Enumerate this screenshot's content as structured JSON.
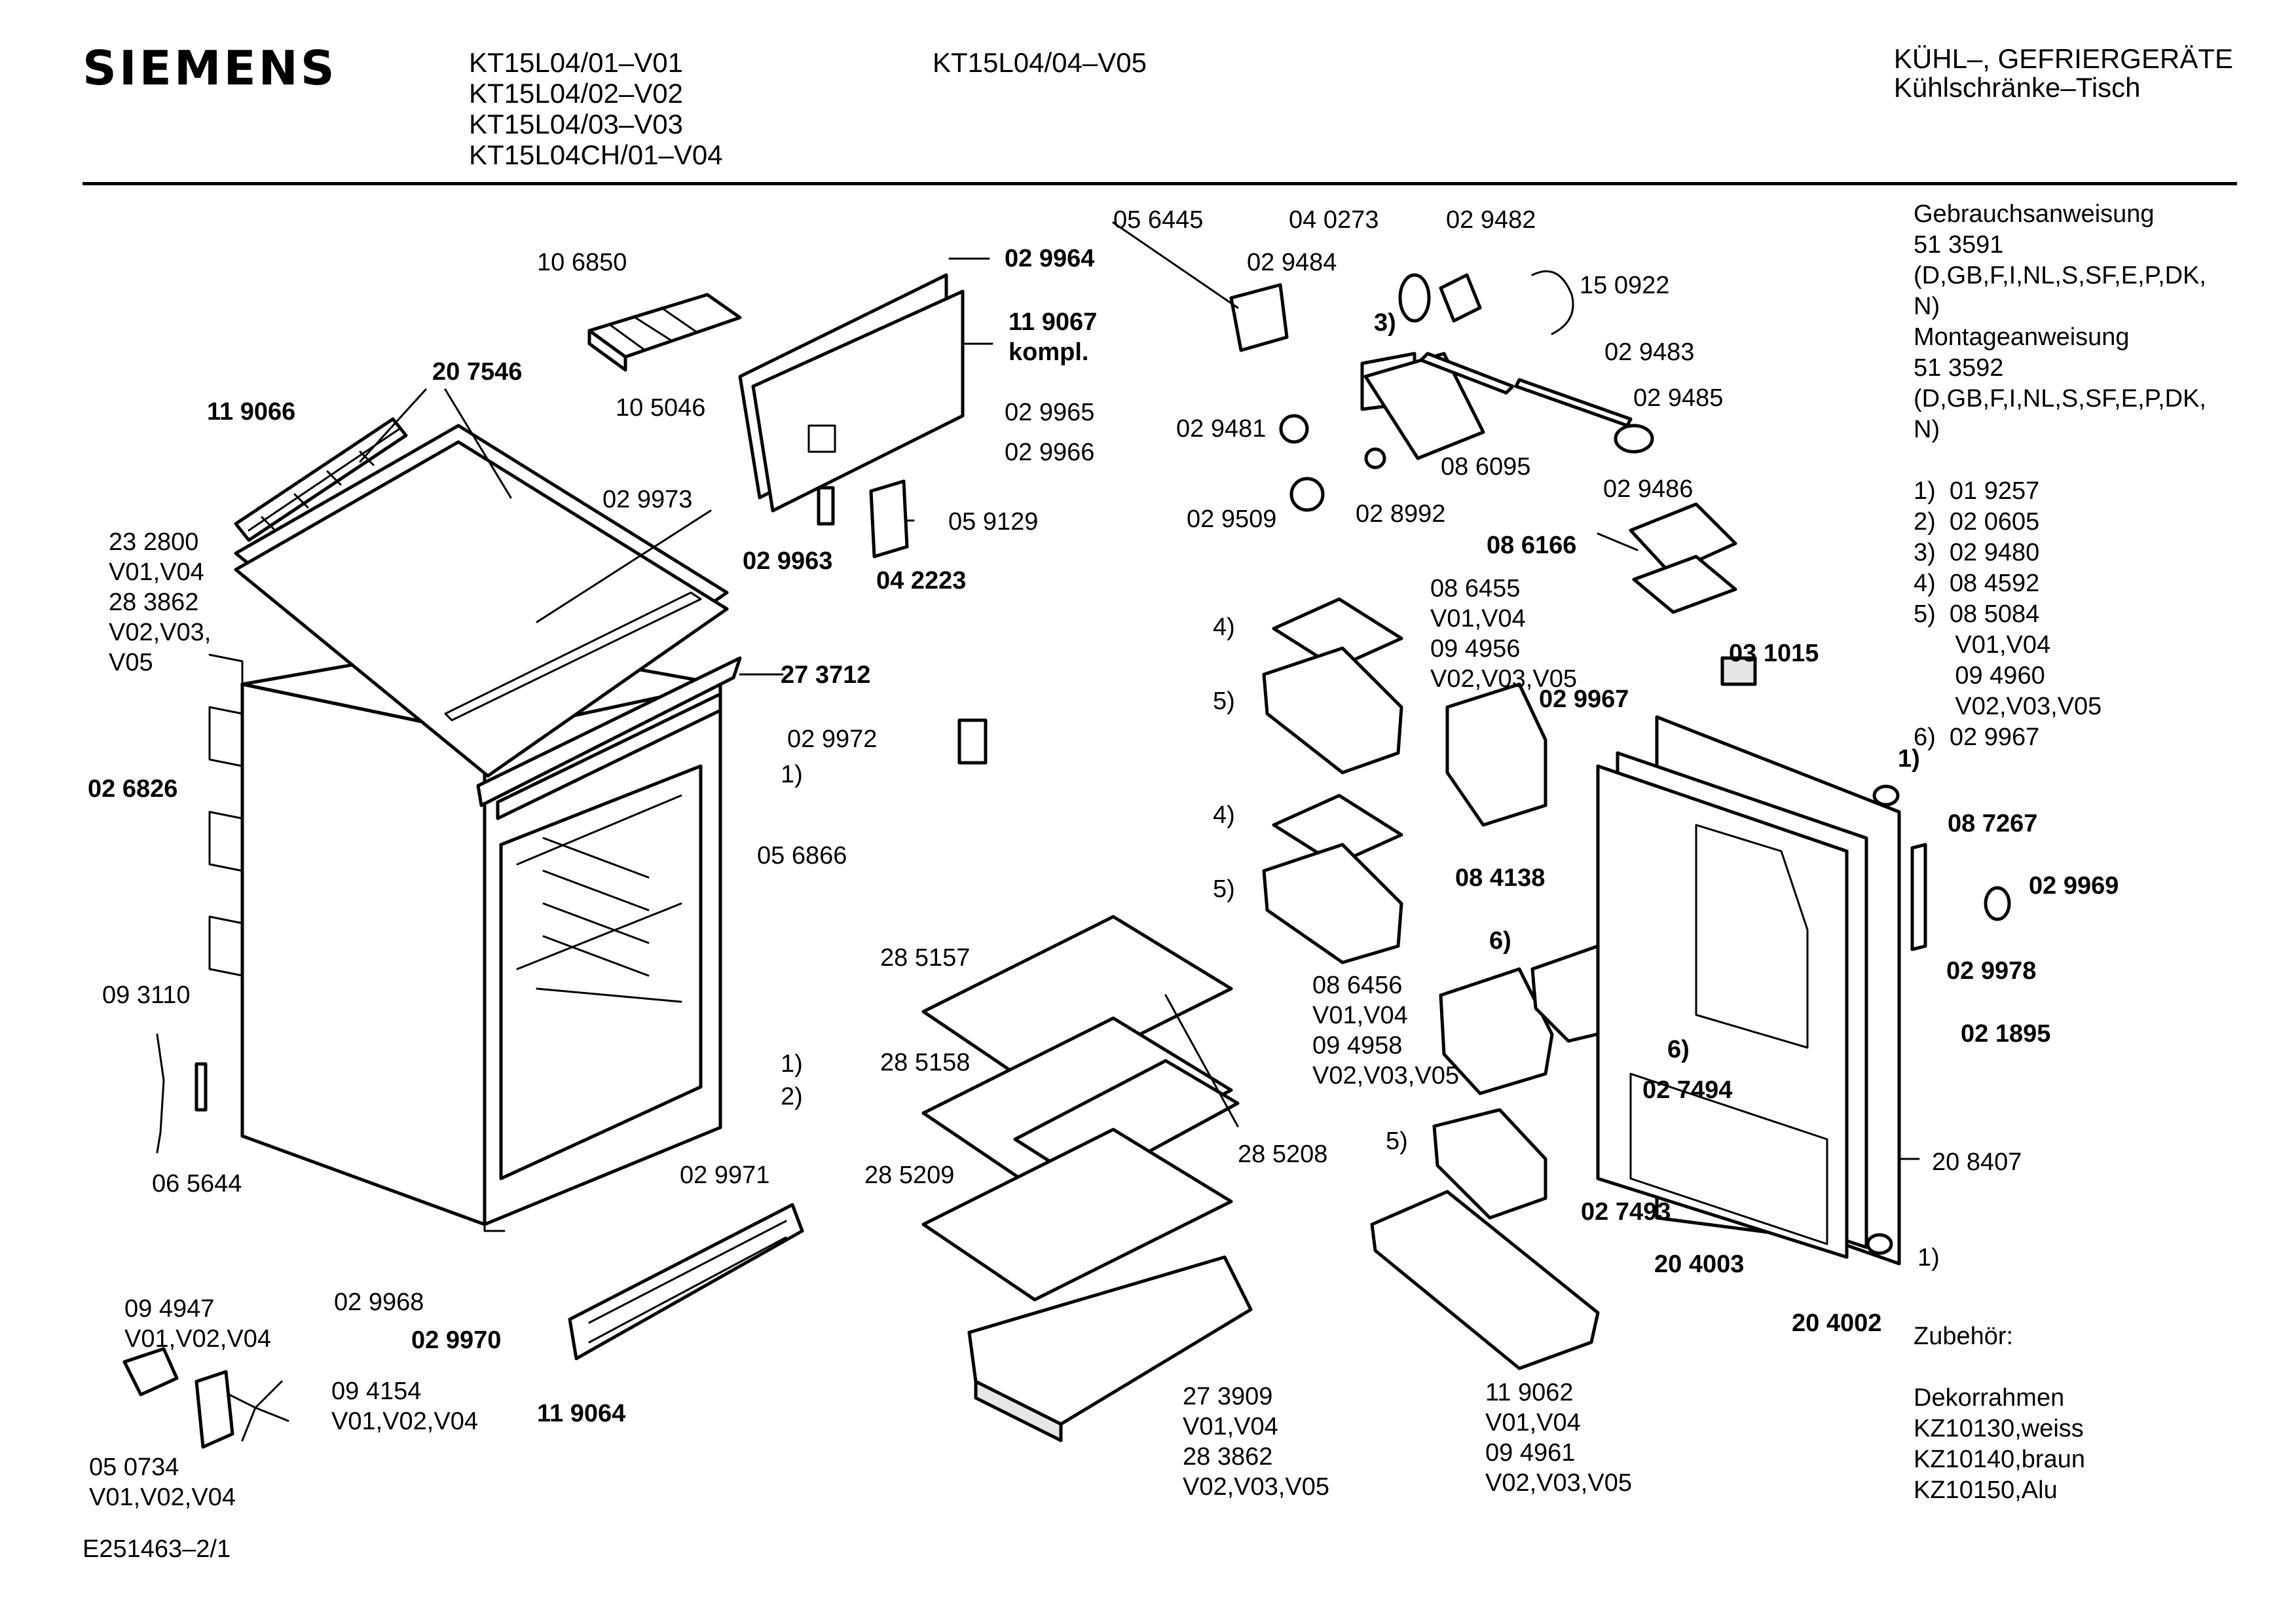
{
  "header": {
    "brand": "SIEMENS",
    "models_col1": [
      "KT15L04/01–V01",
      "KT15L04/02–V02",
      "KT15L04/03–V03",
      "KT15L04CH/01–V04"
    ],
    "models_col2": [
      "KT15L04/04–V05"
    ],
    "category_line1": "KÜHL–, GEFRIERGERÄTE",
    "category_line2": "Kühlschränke–Tisch"
  },
  "right_panel": {
    "lines": [
      "Gebrauchsanweisung",
      "51 3591",
      "(D,GB,F,I,NL,S,SF,E,P,DK,",
      "N)",
      "Montageanweisung",
      "51 3592",
      "(D,GB,F,I,NL,S,SF,E,P,DK,",
      "N)",
      "",
      "1)  01 9257",
      "2)  02 0605",
      "3)  02 9480",
      "4)  08 4592",
      "5)  08 5084",
      "      V01,V04",
      "      09 4960",
      "      V02,V03,V05",
      "6)  02 9967"
    ],
    "zubehoer_title": "Zubehör:",
    "zubehoer_lines": [
      "Dekorrahmen",
      "KZ10130,weiss",
      "KZ10140,braun",
      "KZ10150,Alu"
    ]
  },
  "parts": {
    "p106850": "10 6850",
    "p207546": "20 7546",
    "p119066": "11 9066",
    "p232800": "23 2800",
    "pV01V04a": "V01,V04",
    "p283862a": "28 3862",
    "pV02V03a": "V02,V03,",
    "pV05a": "V05",
    "p026826": "02 6826",
    "p093110": "09 3110",
    "p065644": "06 5644",
    "p094947": "09 4947",
    "pV01V02V04a": "V01,V02,V04",
    "p094154": "09 4154",
    "pV01V02V04b": "V01,V02,V04",
    "p050734": "05 0734",
    "pV01V02V04c": "V01,V02,V04",
    "p029968": "02 9968",
    "p029970": "02 9970",
    "p119064": "11 9064",
    "p029964": "02 9964",
    "p119067": "11 9067",
    "pkompl": "kompl.",
    "p105046": "10 5046",
    "p029965": "02 9965",
    "p029966": "02 9966",
    "p029973": "02 9973",
    "p059129": "05 9129",
    "p029963": "02 9963",
    "p042223": "04 2223",
    "p273712": "27 3712",
    "p029972": "02 9972",
    "pfn1a": "1)",
    "p056866": "05 6866",
    "pfn1b": "1)",
    "pfn2a": "2)",
    "p029971": "02 9971",
    "p056445": "05 6445",
    "p040273": "04 0273",
    "p029482": "02 9482",
    "p029484": "02 9484",
    "p150922": "15 0922",
    "pfn3": "3)",
    "p029483": "02 9483",
    "p029481": "02 9481",
    "p029485": "02 9485",
    "p086095": "08 6095",
    "p029486": "02 9486",
    "p029509": "02 9509",
    "p028992": "02 8992",
    "p086166": "08 6166",
    "p086455": "08 6455",
    "pV01V04b": "V01,V04",
    "p094956": "09 4956",
    "pV02V03V05a": "V02,V03,V05",
    "p031015": "03 1015",
    "p029967": "02 9967",
    "pfn4a": "4)",
    "pfn5a": "5)",
    "pfn4b": "4)",
    "pfn5b": "5)",
    "pfn1c": "1)",
    "p087267": "08 7267",
    "p029969": "02 9969",
    "p084138": "08 4138",
    "pfn6a": "6)",
    "p029978": "02 9978",
    "p021895": "02 1895",
    "p086456": "08 6456",
    "pV01V04c": "V01,V04",
    "p094958": "09 4958",
    "pV02V03V05b": "V02,V03,V05",
    "pfn6b": "6)",
    "p027494": "02 7494",
    "p285157": "28 5157",
    "p285158": "28 5158",
    "p285208": "28 5208",
    "p285209": "28 5209",
    "pfn5c": "5)",
    "p027493": "02 7493",
    "p208407": "20 8407",
    "p204003": "20 4003",
    "p204002": "20 4002",
    "pfn1d": "1)",
    "p273909": "27 3909",
    "pV01V04d": "V01,V04",
    "p283862b": "28 3862",
    "pV02V03V05c": "V02,V03,V05",
    "p119062": "11 9062",
    "pV01V04e": "V01,V04",
    "p094961": "09 4961",
    "pV02V03V05d": "V02,V03,V05"
  },
  "footer": {
    "doc_id": "E251463–2/1"
  }
}
